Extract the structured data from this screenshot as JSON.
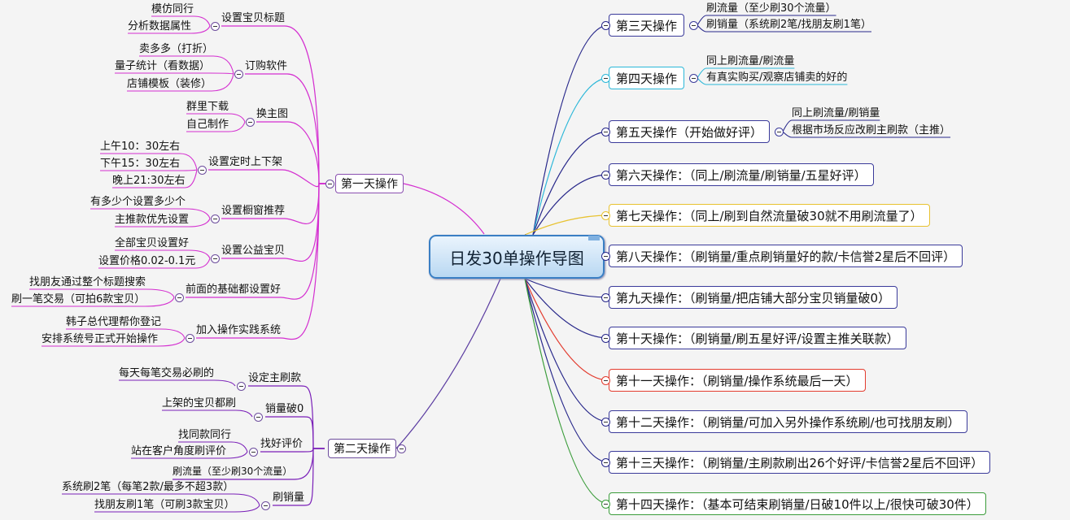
{
  "center": {
    "title": "日发30单操作导图"
  },
  "left_day1": {
    "label": "第一天操作",
    "color": "#d42ed0",
    "groups": [
      {
        "label": "设置宝贝标题",
        "items": [
          "模仿同行",
          "分析数据属性"
        ]
      },
      {
        "label": "订购软件",
        "items": [
          "卖多多（打折）",
          "量子统计（看数据）",
          "店铺模板（装修）"
        ]
      },
      {
        "label": "换主图",
        "items": [
          "群里下载",
          "自己制作"
        ]
      },
      {
        "label": "设置定时上下架",
        "items": [
          "上午10：30左右",
          "下午15：30左右",
          "晚上21:30左右"
        ]
      },
      {
        "label": "设置橱窗推荐",
        "items": [
          "有多少个设置多少个",
          "主推款优先设置"
        ]
      },
      {
        "label": "设置公益宝贝",
        "items": [
          "全部宝贝设置好",
          "设置价格0.02-0.1元"
        ]
      },
      {
        "label": "前面的基础都设置好",
        "items": [
          "找朋友通过整个标题搜索",
          "刷一笔交易（可拍6款宝贝）"
        ]
      },
      {
        "label": "加入操作实践系统",
        "items": [
          "韩子总代理帮你登记",
          "安排系统号正式开始操作"
        ]
      }
    ]
  },
  "left_day2": {
    "label": "第二天操作",
    "color": "#7a1fb8",
    "groups": [
      {
        "label": "设定主刷款",
        "items": [
          "每天每笔交易必刷的"
        ]
      },
      {
        "label": "销量破0",
        "items": [
          "上架的宝贝都刷"
        ]
      },
      {
        "label": "找好评价",
        "items": [
          "找同款同行",
          "站在客户角度刷评价"
        ]
      },
      {
        "label": "刷流量（至少刷30个流量）",
        "items": []
      },
      {
        "label": "刷销量",
        "items": [
          "系统刷2笔（每笔2款/最多不超3款）",
          "找朋友刷1笔（可刷3款宝贝）"
        ]
      }
    ]
  },
  "right": [
    {
      "label": "第三天操作",
      "color": "#27278a",
      "items": [
        "刷流量（至少刷30个流量）",
        "刷销量（系统刷2笔/找朋友刷1笔）"
      ]
    },
    {
      "label": "第四天操作",
      "color": "#2bb7d8",
      "items": [
        "同上刷流量/刷流量",
        "有真实购买/观察店铺卖的好的"
      ]
    },
    {
      "label": "第五天操作（开始做好评）",
      "color": "#27278a",
      "items": [
        "同上刷流量/刷销量",
        "根据市场反应改刷主刷款（主推）"
      ]
    },
    {
      "label": "第六天操作：（同上/刷流量/刷销量/五星好评）",
      "color": "#27278a",
      "items": []
    },
    {
      "label": "第七天操作：（同上/刷到自然流量破30就不用刷流量了）",
      "color": "#e8c230",
      "items": []
    },
    {
      "label": "第八天操作：（刷销量/重点刷销量好的款/卡信誉2星后不回评）",
      "color": "#27278a",
      "items": []
    },
    {
      "label": "第九天操作：（刷销量/把店铺大部分宝贝销量破0）",
      "color": "#27278a",
      "items": []
    },
    {
      "label": "第十天操作：（刷销量/刷五星好评/设置主推关联款）",
      "color": "#27278a",
      "items": []
    },
    {
      "label": "第十一天操作：（刷销量/操作系统最后一天）",
      "color": "#e33b2e",
      "items": []
    },
    {
      "label": "第十二天操作：（刷销量/可加入另外操作系统刷/也可找朋友刷）",
      "color": "#27278a",
      "items": []
    },
    {
      "label": "第十三天操作：（刷销量/主刷款刷出26个好评/卡信誉2星后不回评）",
      "color": "#27278a",
      "items": []
    },
    {
      "label": "第十四天操作：（基本可结束刷销量/日破10件以上/很快可破30件）",
      "color": "#3a9c3a",
      "items": []
    }
  ]
}
